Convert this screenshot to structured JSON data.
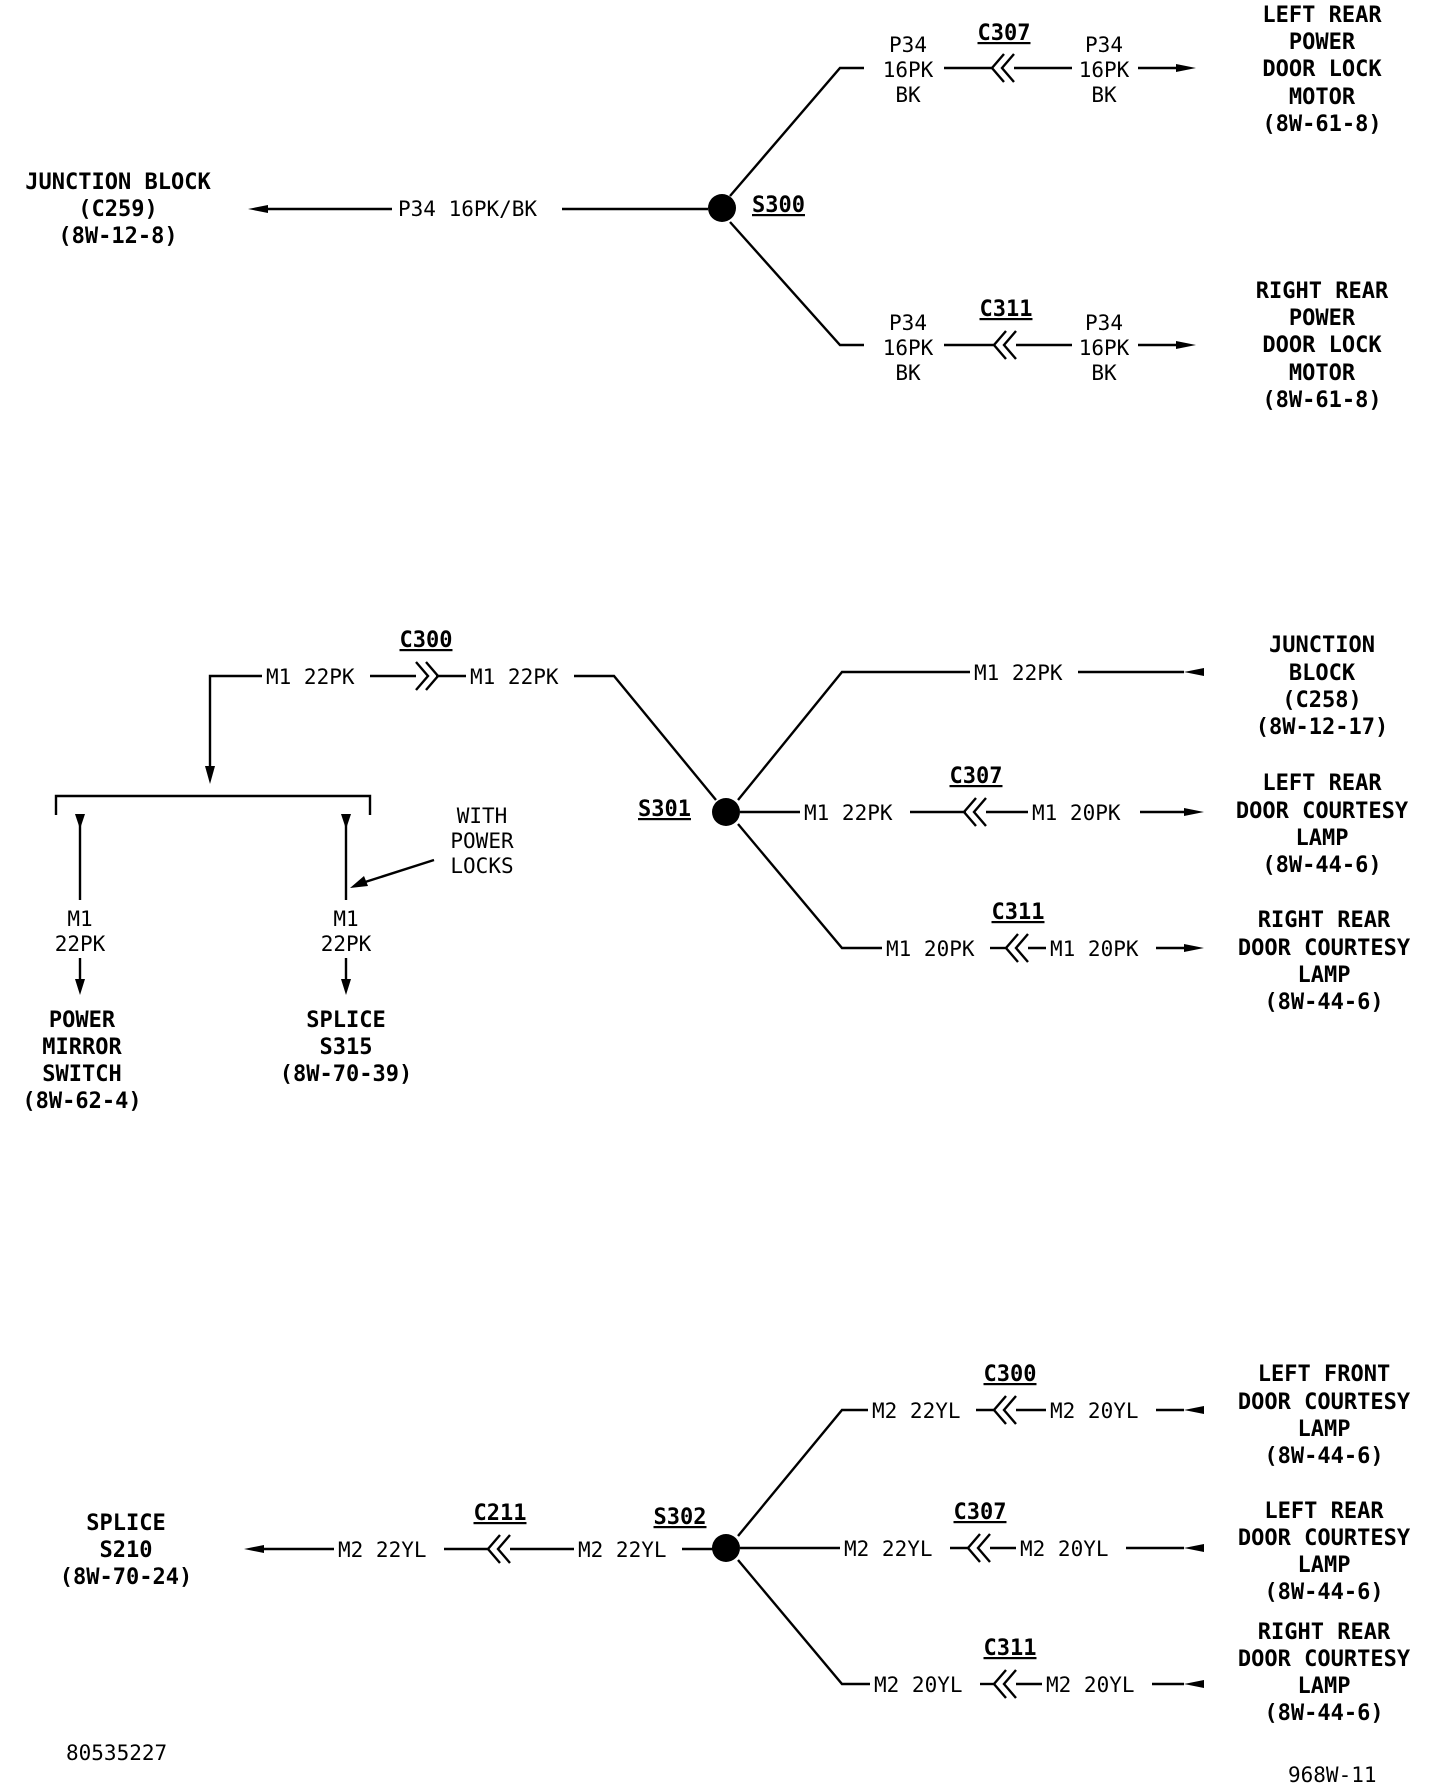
{
  "sections": {
    "p34": {
      "junction_block": {
        "title": "JUNCTION BLOCK",
        "conn": "(C259)",
        "ref": "(8W-12-8)"
      },
      "main_wire": "P34 16PK/BK",
      "splice": "S300",
      "left_rear": {
        "connector": "C307",
        "wire_in": [
          "P34",
          "16PK",
          "BK"
        ],
        "wire_out": [
          "P34",
          "16PK",
          "BK"
        ],
        "component": [
          "LEFT REAR",
          "POWER",
          "DOOR LOCK",
          "MOTOR",
          "(8W-61-8)"
        ]
      },
      "right_rear": {
        "connector": "C311",
        "wire_in": [
          "P34",
          "16PK",
          "BK"
        ],
        "wire_out": [
          "P34",
          "16PK",
          "BK"
        ],
        "component": [
          "RIGHT REAR",
          "POWER",
          "DOOR LOCK",
          "MOTOR",
          "(8W-61-8)"
        ]
      }
    },
    "m1": {
      "connector_left": "C300",
      "wire_left_a": "M1 22PK",
      "wire_left_b": "M1 22PK",
      "splice": "S301",
      "note": [
        "WITH",
        "POWER",
        "LOCKS"
      ],
      "branch_mirror": {
        "wire": [
          "M1",
          "22PK"
        ],
        "component": [
          "POWER",
          "MIRROR",
          "SWITCH",
          "(8W-62-4)"
        ]
      },
      "branch_splice": {
        "wire": [
          "M1",
          "22PK"
        ],
        "component": [
          "SPLICE",
          "S315",
          "(8W-70-39)"
        ]
      },
      "jb": {
        "wire": "M1 22PK",
        "component": [
          "JUNCTION",
          "BLOCK",
          "(C258)",
          "(8W-12-17)"
        ]
      },
      "left_rear": {
        "connector": "C307",
        "wire_in": "M1 22PK",
        "wire_out": "M1 20PK",
        "component": [
          "LEFT REAR",
          "DOOR COURTESY",
          "LAMP",
          "(8W-44-6)"
        ]
      },
      "right_rear": {
        "connector": "C311",
        "wire_in": "M1 20PK",
        "wire_out": "M1 20PK",
        "component": [
          "RIGHT REAR",
          "DOOR COURTESY",
          "LAMP",
          "(8W-44-6)"
        ]
      }
    },
    "m2": {
      "splice_left": {
        "component": [
          "SPLICE",
          "S210",
          "(8W-70-24)"
        ]
      },
      "connector_left": "C211",
      "wire_left_a": "M2 22YL",
      "wire_left_b": "M2 22YL",
      "splice": "S302",
      "left_front": {
        "connector": "C300",
        "wire_in": "M2 22YL",
        "wire_out": "M2 20YL",
        "component": [
          "LEFT FRONT",
          "DOOR COURTESY",
          "LAMP",
          "(8W-44-6)"
        ]
      },
      "left_rear": {
        "connector": "C307",
        "wire_in": "M2 22YL",
        "wire_out": "M2 20YL",
        "component": [
          "LEFT REAR",
          "DOOR COURTESY",
          "LAMP",
          "(8W-44-6)"
        ]
      },
      "right_rear": {
        "connector": "C311",
        "wire_in": "M2 20YL",
        "wire_out": "M2 20YL",
        "component": [
          "RIGHT REAR",
          "DOOR COURTESY",
          "LAMP",
          "(8W-44-6)"
        ]
      }
    }
  },
  "footer": {
    "left_id": "80535227",
    "right_id": "968W-11"
  }
}
